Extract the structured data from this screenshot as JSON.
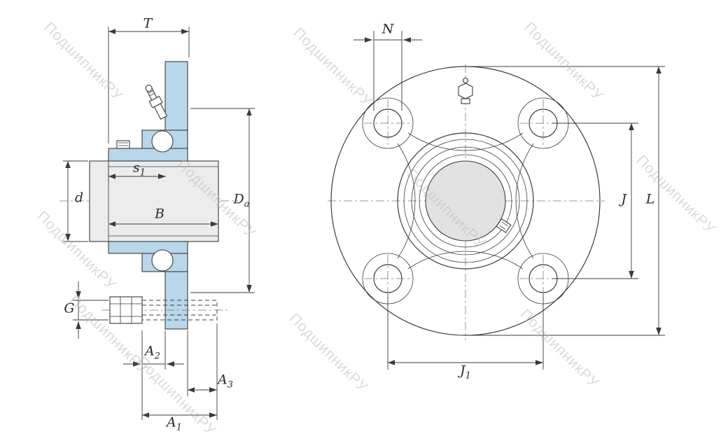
{
  "watermark": {
    "text": "ПодшипникРУ"
  },
  "colors": {
    "housing_fill": "#b9d6ea",
    "shaft_fill": "#ececec",
    "bore_fill": "#e2e2e2",
    "line": "#3b3b3b",
    "watermark": "#bdbdbd",
    "dim_text": "#2b2b2b"
  },
  "dims": {
    "T": {
      "base": "T",
      "sub": ""
    },
    "N": {
      "base": "N",
      "sub": ""
    },
    "s1": {
      "base": "s",
      "sub": "1"
    },
    "d": {
      "base": "d",
      "sub": ""
    },
    "B": {
      "base": "B",
      "sub": ""
    },
    "Da": {
      "base": "D",
      "sub": "a"
    },
    "J": {
      "base": "J",
      "sub": ""
    },
    "L": {
      "base": "L",
      "sub": ""
    },
    "G": {
      "base": "G",
      "sub": ""
    },
    "A2": {
      "base": "A",
      "sub": "2"
    },
    "A3": {
      "base": "A",
      "sub": "3"
    },
    "A1": {
      "base": "A",
      "sub": "1"
    },
    "J1": {
      "base": "J",
      "sub": "1"
    }
  }
}
